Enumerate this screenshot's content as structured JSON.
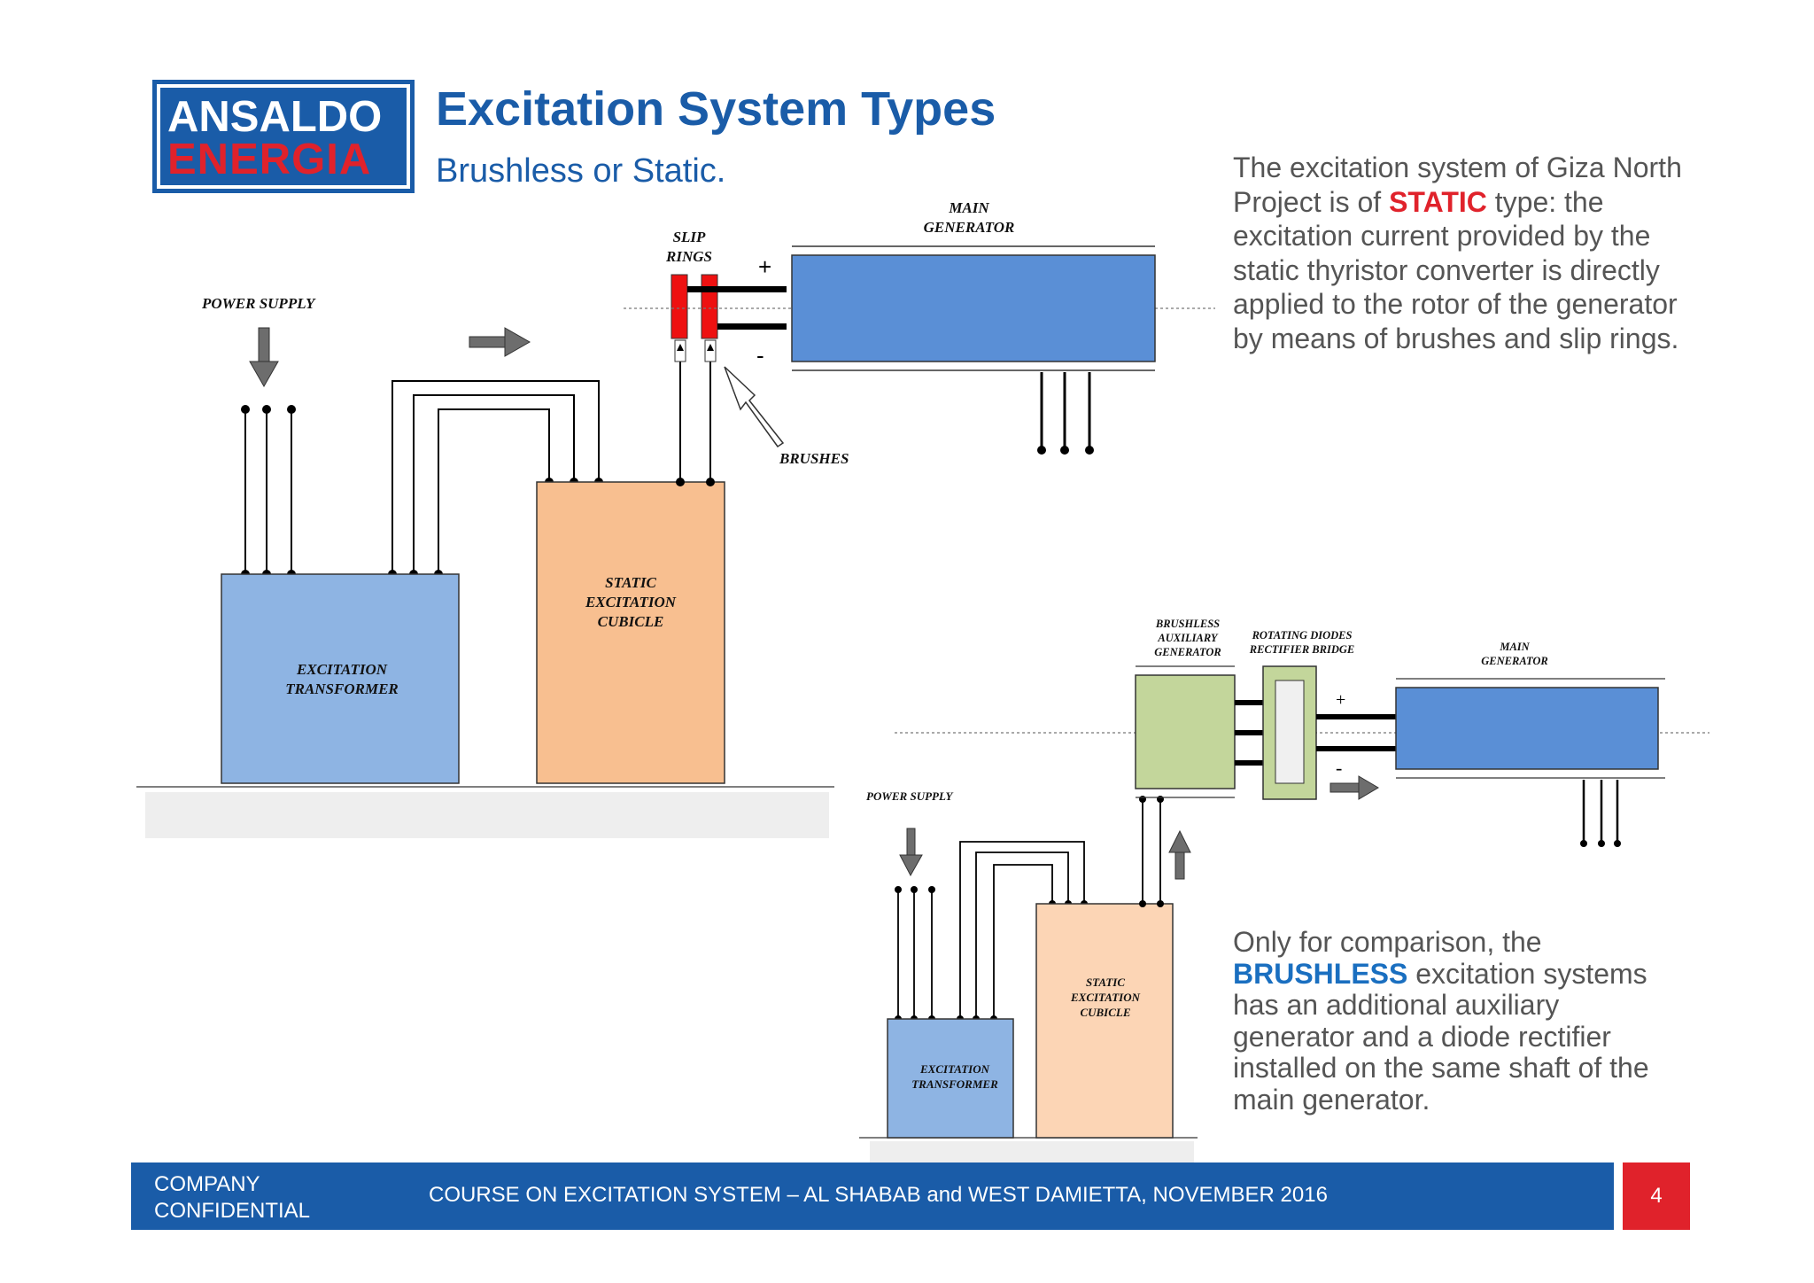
{
  "logo": {
    "line1": "ANSALDO",
    "line2": "ENERGIA",
    "brand_blue": "#1a5ca8",
    "brand_red": "#e0222b"
  },
  "header": {
    "title": "Excitation System Types",
    "subtitle": "Brushless or Static."
  },
  "static_text": {
    "part1": "The excitation system of Giza North Project is of ",
    "highlight": "STATIC",
    "part2": " type: the excitation current provided by the static thyristor converter is directly applied to the rotor of the generator by means of brushes and slip rings."
  },
  "brushless_text": {
    "part1": "Only for comparison, the ",
    "highlight": "BRUSHLESS",
    "part2": " excitation systems has an additional auxiliary generator and a diode rectifier installed on the same shaft of the main generator."
  },
  "diagram_static": {
    "power_supply": "POWER SUPPLY",
    "slip_rings_1": "SLIP",
    "slip_rings_2": "RINGS",
    "main_generator_1": "MAIN",
    "main_generator_2": "GENERATOR",
    "plus": "+",
    "minus": "-",
    "brushes": "BRUSHES",
    "cubicle_1": "STATIC",
    "cubicle_2": "EXCITATION",
    "cubicle_3": "CUBICLE",
    "transformer_1": "EXCITATION",
    "transformer_2": "TRANSFORMER"
  },
  "diagram_brushless": {
    "aux_gen_1": "BRUSHLESS",
    "aux_gen_2": "AUXILIARY",
    "aux_gen_3": "GENERATOR",
    "diodes_1": "ROTATING DIODES",
    "diodes_2": "RECTIFIER BRIDGE",
    "main_generator_1": "MAIN",
    "main_generator_2": "GENERATOR",
    "plus": "+",
    "minus": "-",
    "power_supply": "POWER SUPPLY",
    "cubicle_1": "STATIC",
    "cubicle_2": "EXCITATION",
    "cubicle_3": "CUBICLE",
    "transformer_1": "EXCITATION",
    "transformer_2": "TRANSFORMER"
  },
  "colors": {
    "generator_blue": "#5a8fd6",
    "transformer_blue": "#8eb4e3",
    "cubicle_orange": "#f8bf90",
    "cubicle_orange_light": "#fcd5b5",
    "aux_green": "#c3d69b",
    "slip_ring_red": "#ee1111"
  },
  "footer": {
    "confidential": "COMPANY\nCONFIDENTIAL",
    "course": "COURSE ON EXCITATION SYSTEM – AL SHABAB and WEST DAMIETTA, NOVEMBER 2016",
    "page_number": "4"
  }
}
